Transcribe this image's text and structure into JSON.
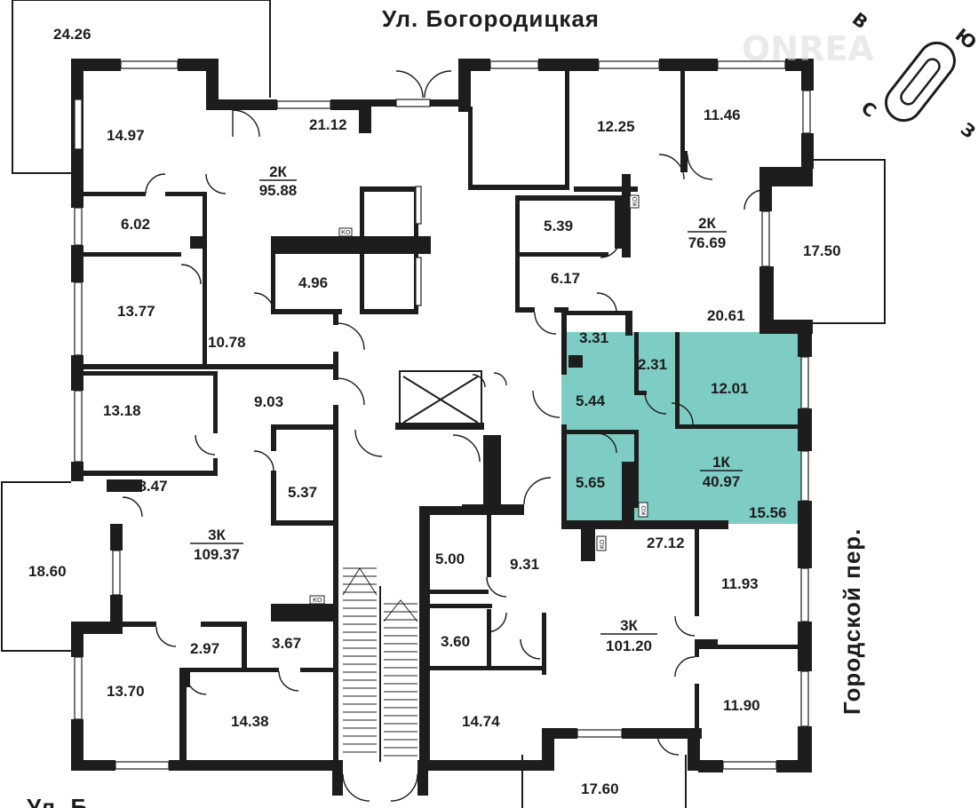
{
  "streets": {
    "top": "Ул. Богородицкая",
    "right": "Городской пер.",
    "bottom_partial": "Ул. Б"
  },
  "compass": {
    "north": "С",
    "south": "Ю",
    "east": "В",
    "west": "З"
  },
  "watermark": "ONREA",
  "colors": {
    "highlight": "#7ecdc4",
    "wall": "#1d1d1d",
    "background": "#ffffff"
  },
  "service_label": "КО",
  "apartments": [
    {
      "id": "apt-2k-left",
      "type": "2К",
      "area": "95.88"
    },
    {
      "id": "apt-2k-right",
      "type": "2К",
      "area": "76.69"
    },
    {
      "id": "apt-1k",
      "type": "1К",
      "area": "40.97",
      "highlighted": true
    },
    {
      "id": "apt-3k-left",
      "type": "3К",
      "area": "109.37"
    },
    {
      "id": "apt-3k-right",
      "type": "3К",
      "area": "101.20"
    }
  ],
  "rooms": {
    "r2426": "24.26",
    "r1497": "14.97",
    "r2112": "21.12",
    "r602": "6.02",
    "r496": "4.96",
    "r1377": "13.77",
    "r1078": "10.78",
    "r1225": "12.25",
    "r1146": "11.46",
    "r539": "5.39",
    "r617": "6.17",
    "r1750": "17.50",
    "r2061": "20.61",
    "r331": "3.31",
    "r231": "2.31",
    "r1201": "12.01",
    "r544": "5.44",
    "r565": "5.65",
    "r1556": "15.56",
    "r1318": "13.18",
    "r903": "9.03",
    "r537": "5.37",
    "r2847": "28.47",
    "r1860": "18.60",
    "r500": "5.00",
    "r931": "9.31",
    "r2712": "27.12",
    "r1193": "11.93",
    "r360": "3.60",
    "r297": "2.97",
    "r367": "3.67",
    "r1370": "13.70",
    "r1438": "14.38",
    "r1474": "14.74",
    "r1190": "11.90",
    "r1760": "17.60"
  }
}
